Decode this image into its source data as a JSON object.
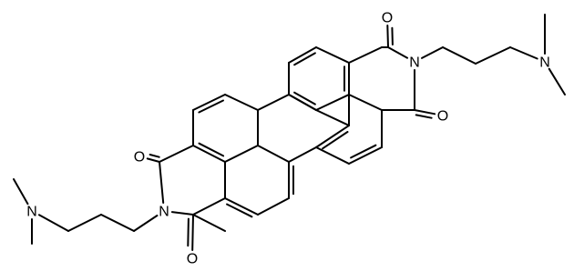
{
  "molecule": {
    "atoms": [
      {
        "id": "O1",
        "element": "O",
        "label": "O"
      },
      {
        "id": "O2",
        "element": "O",
        "label": "O"
      },
      {
        "id": "O3",
        "element": "O",
        "label": "O"
      },
      {
        "id": "O4",
        "element": "O",
        "label": "O"
      },
      {
        "id": "N1",
        "element": "N",
        "label": "N"
      },
      {
        "id": "N2",
        "element": "N",
        "label": "N"
      },
      {
        "id": "N3",
        "element": "N",
        "label": "N"
      },
      {
        "id": "N4",
        "element": "N",
        "label": "N"
      }
    ],
    "colors": {
      "bond": "#000000",
      "background": "#ffffff"
    }
  }
}
